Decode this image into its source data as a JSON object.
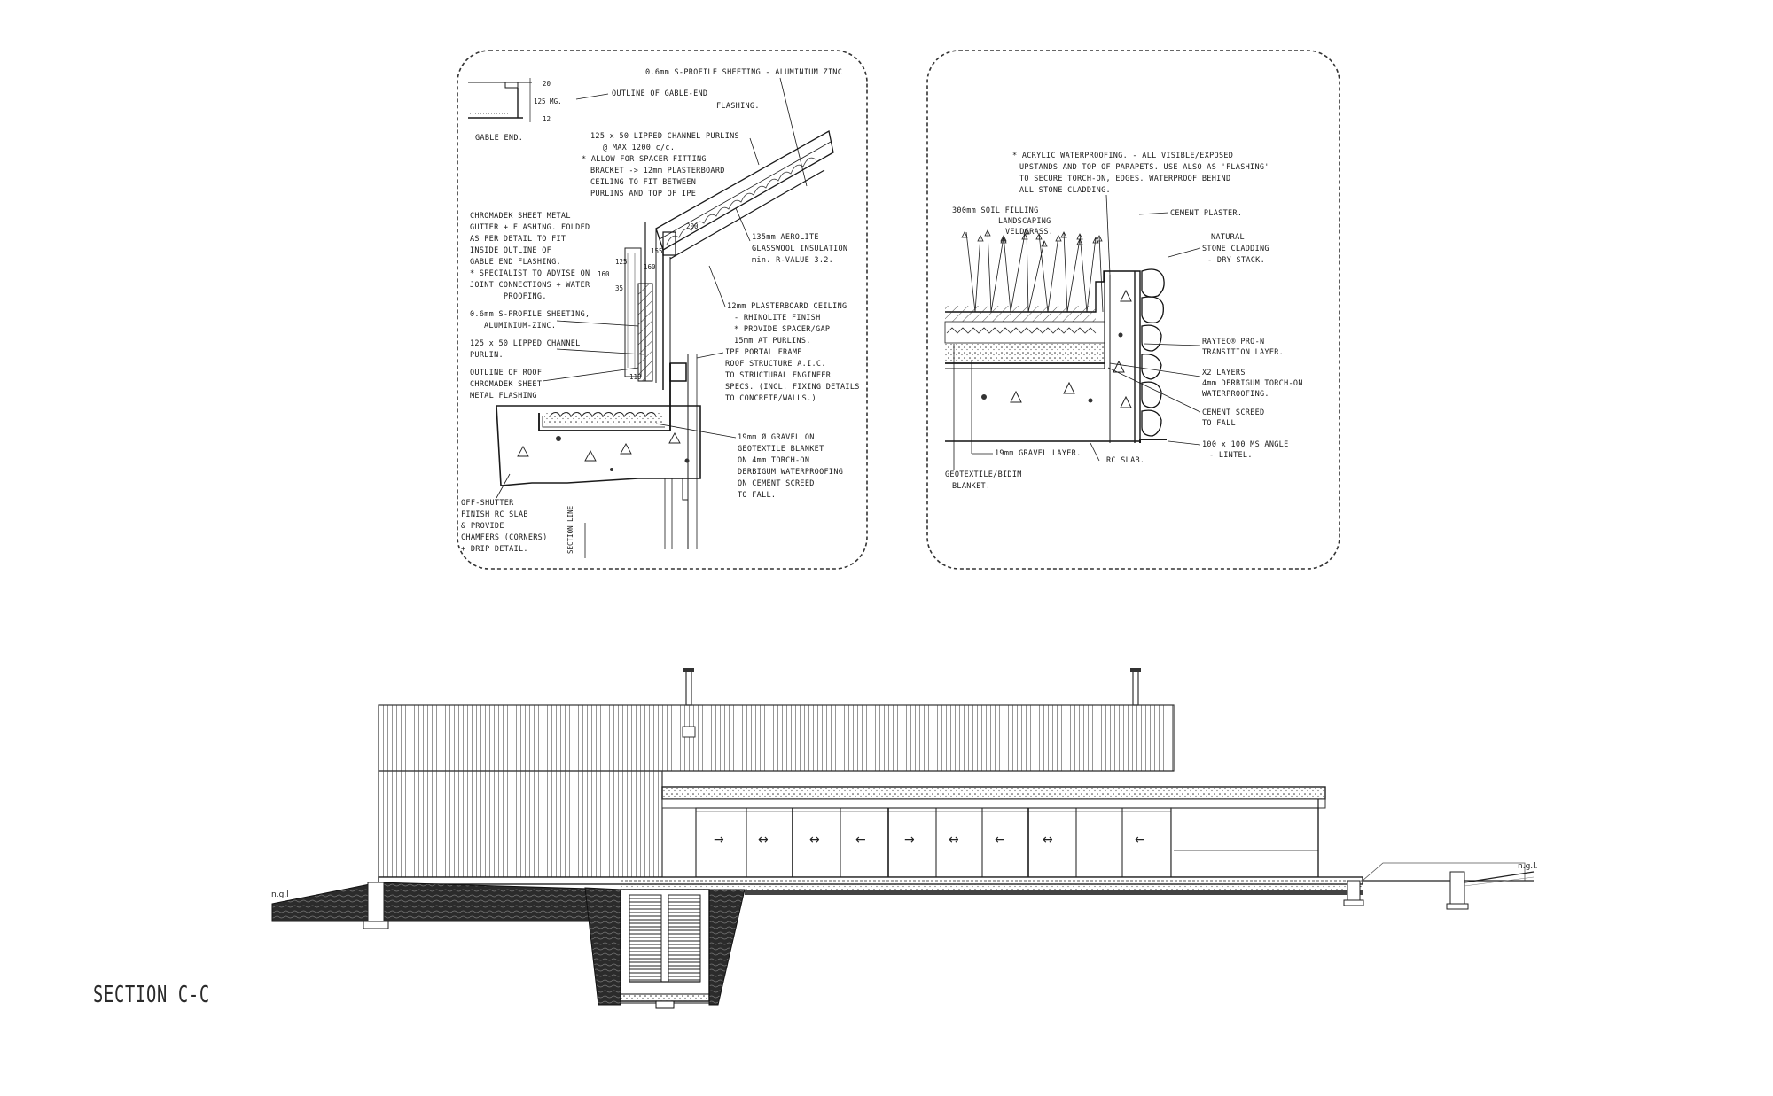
{
  "section_title": "SECTION C-C",
  "ngl_left": "n.g.l",
  "ngl_right": "n.g.l.",
  "detail_left": {
    "gable_dims": [
      "20",
      "125 MG.",
      "12"
    ],
    "gable_end": "GABLE END.",
    "note_sheeting_top": "0.6mm S-PROFILE SHEETING - ALUMINIUM ZINC",
    "note_outline_flash": [
      "OUTLINE OF GABLE-END",
      "FLASHING."
    ],
    "note_channel": [
      "125 x 50 LIPPED CHANNEL PURLINS",
      "@ MAX 1200 c/c.",
      "* ALLOW FOR SPACER FITTING",
      "BRACKET -> 12mm PLASTERBOARD",
      "CEILING TO FIT BETWEEN",
      "PURLINS AND TOP OF IPE"
    ],
    "note_chromadek": [
      "CHROMADEK SHEET METAL",
      "GUTTER + FLASHING. FOLDED",
      "AS PER DETAIL TO FIT",
      "INSIDE OUTLINE OF",
      "GABLE END FLASHING.",
      "* SPECIALIST TO ADVISE ON",
      "JOINT CONNECTIONS + WATER",
      "PROOFING."
    ],
    "note_sheeting_mid": [
      "0.6mm S-PROFILE SHEETING,",
      "ALUMINIUM-ZINC."
    ],
    "note_channel2": [
      "125 x 50 LIPPED CHANNEL",
      "PURLIN."
    ],
    "note_outline_roof": [
      "OUTLINE OF ROOF",
      "CHROMADEK SHEET",
      "METAL FLASHING"
    ],
    "dims": [
      "155",
      "160",
      "125",
      "160",
      "35",
      "110",
      "200"
    ],
    "note_insulation": [
      "135mm AEROLITE",
      "GLASSWOOL INSULATION",
      "min. R-VALUE 3.2."
    ],
    "note_plasterboard": [
      "12mm PLASTERBOARD CEILING",
      "- RHINOLITE FINISH",
      "* PROVIDE SPACER/GAP",
      "15mm AT PURLINS."
    ],
    "note_ipe": [
      "IPE PORTAL FRAME",
      "ROOF STRUCTURE A.I.C.",
      "TO STRUCTURAL ENGINEER",
      "SPECS. (INCL. FIXING DETAILS",
      "TO CONCRETE/WALLS.)"
    ],
    "note_gravel": [
      "19mm Ø GRAVEL ON",
      "GEOTEXTILE BLANKET",
      "ON 4mm TORCH-ON",
      "DERBIGUM WATERPROOFING",
      "ON CEMENT SCREED",
      "TO FALL."
    ],
    "note_slab": [
      "OFF-SHUTTER",
      "FINISH RC SLAB",
      "& PROVIDE",
      "CHAMFERS (CORNERS)",
      "+ DRIP DETAIL."
    ],
    "section_line": "SECTION LINE"
  },
  "detail_right": {
    "note_acrylic": [
      "* ACRYLIC WATERPROOFING. - ALL VISIBLE/EXPOSED",
      "UPSTANDS AND TOP OF PARAPETS. USE ALSO AS 'FLASHING'",
      "TO SECURE TORCH-ON, EDGES. WATERPROOF BEHIND",
      "ALL STONE CLADDING."
    ],
    "note_soil": "300mm SOIL FILLING",
    "note_landscape": [
      "LANDSCAPING",
      "VELDGRASS."
    ],
    "note_cement_plaster": "CEMENT PLASTER.",
    "note_stone": [
      "NATURAL",
      "STONE CLADDING",
      "- DRY STACK."
    ],
    "note_raytec": [
      "RAYTEC® PRO-N",
      "TRANSITION LAYER."
    ],
    "note_layers": [
      "X2 LAYERS",
      "4mm DERBIGUM TORCH-ON",
      "WATERPROOFING."
    ],
    "note_screed": [
      "CEMENT SCREED",
      "TO FALL"
    ],
    "note_angle": [
      "100 x 100 MS ANGLE",
      "- LINTEL."
    ],
    "note_gravel_layer": "19mm GRAVEL LAYER.",
    "note_rc_slab": "RC SLAB.",
    "note_geotextile": [
      "GEOTEXTILE/BIDIM",
      "BLANKET."
    ]
  },
  "door_arrows": [
    "→",
    "↔",
    "↔",
    "←",
    "→",
    "↔",
    "←",
    "↔",
    "←"
  ]
}
